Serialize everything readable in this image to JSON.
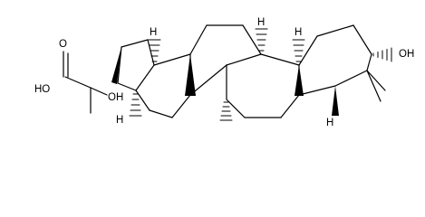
{
  "molecule": {
    "atom_labels": {
      "o_carbonyl": "O",
      "oh_acid": "HO",
      "oh_side": "OH",
      "oh_ring": "OH",
      "h_top_d": "H",
      "h_top_b": "H",
      "h_top_a": "H",
      "h_bottom_e": "H",
      "h_bottom_a": "H"
    }
  }
}
